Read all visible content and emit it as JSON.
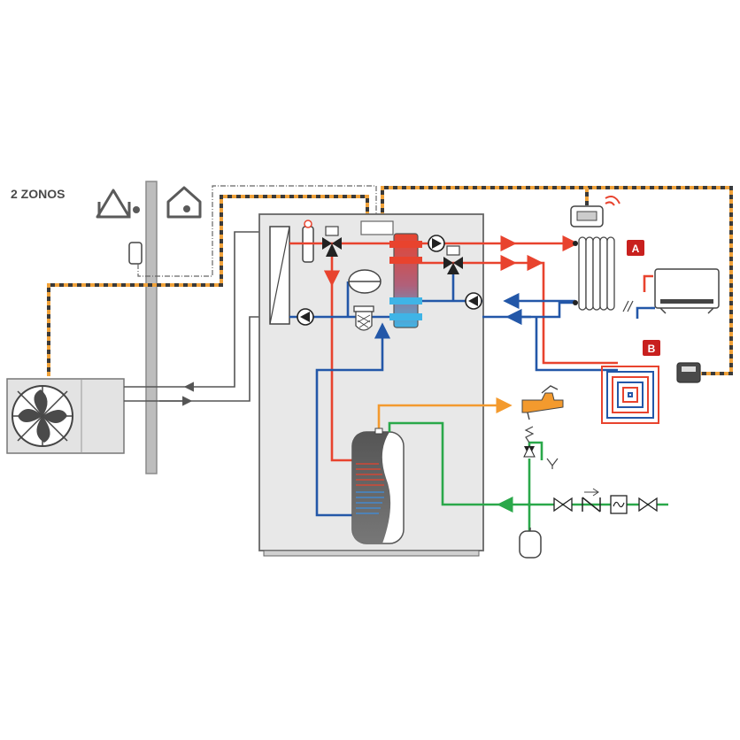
{
  "title": "2 ZONOS",
  "zones": [
    {
      "id": "zone-a",
      "label": "A"
    },
    {
      "id": "zone-b",
      "label": "B"
    }
  ],
  "colors": {
    "hot": "#e8432e",
    "cold": "#2357a8",
    "dhw": "#f39a2e",
    "cold_water": "#2aa84a",
    "refrigerant": "#6b6b6b",
    "cable_dark": "#3a3a3a",
    "cable_orange": "#f0a23a",
    "unit": "#e8e8e8",
    "zone_badge": "#c8201e"
  },
  "icons": [
    "house-icon",
    "heat-pump-outdoor-unit-icon",
    "fan-icon",
    "heat-exchanger-icon",
    "circulation-pump-icon",
    "three-way-valve-icon",
    "expansion-vessel-icon",
    "filter-icon",
    "hydraulic-separator-icon",
    "radiator-icon",
    "fan-coil-icon",
    "underfloor-heating-icon",
    "room-thermostat-icon",
    "wifi-icon",
    "dhw-tank-icon",
    "faucet-icon",
    "safety-valve-icon",
    "shutoff-valve-icon",
    "check-valve-icon",
    "pressure-reducer-icon",
    "sensor-icon"
  ]
}
